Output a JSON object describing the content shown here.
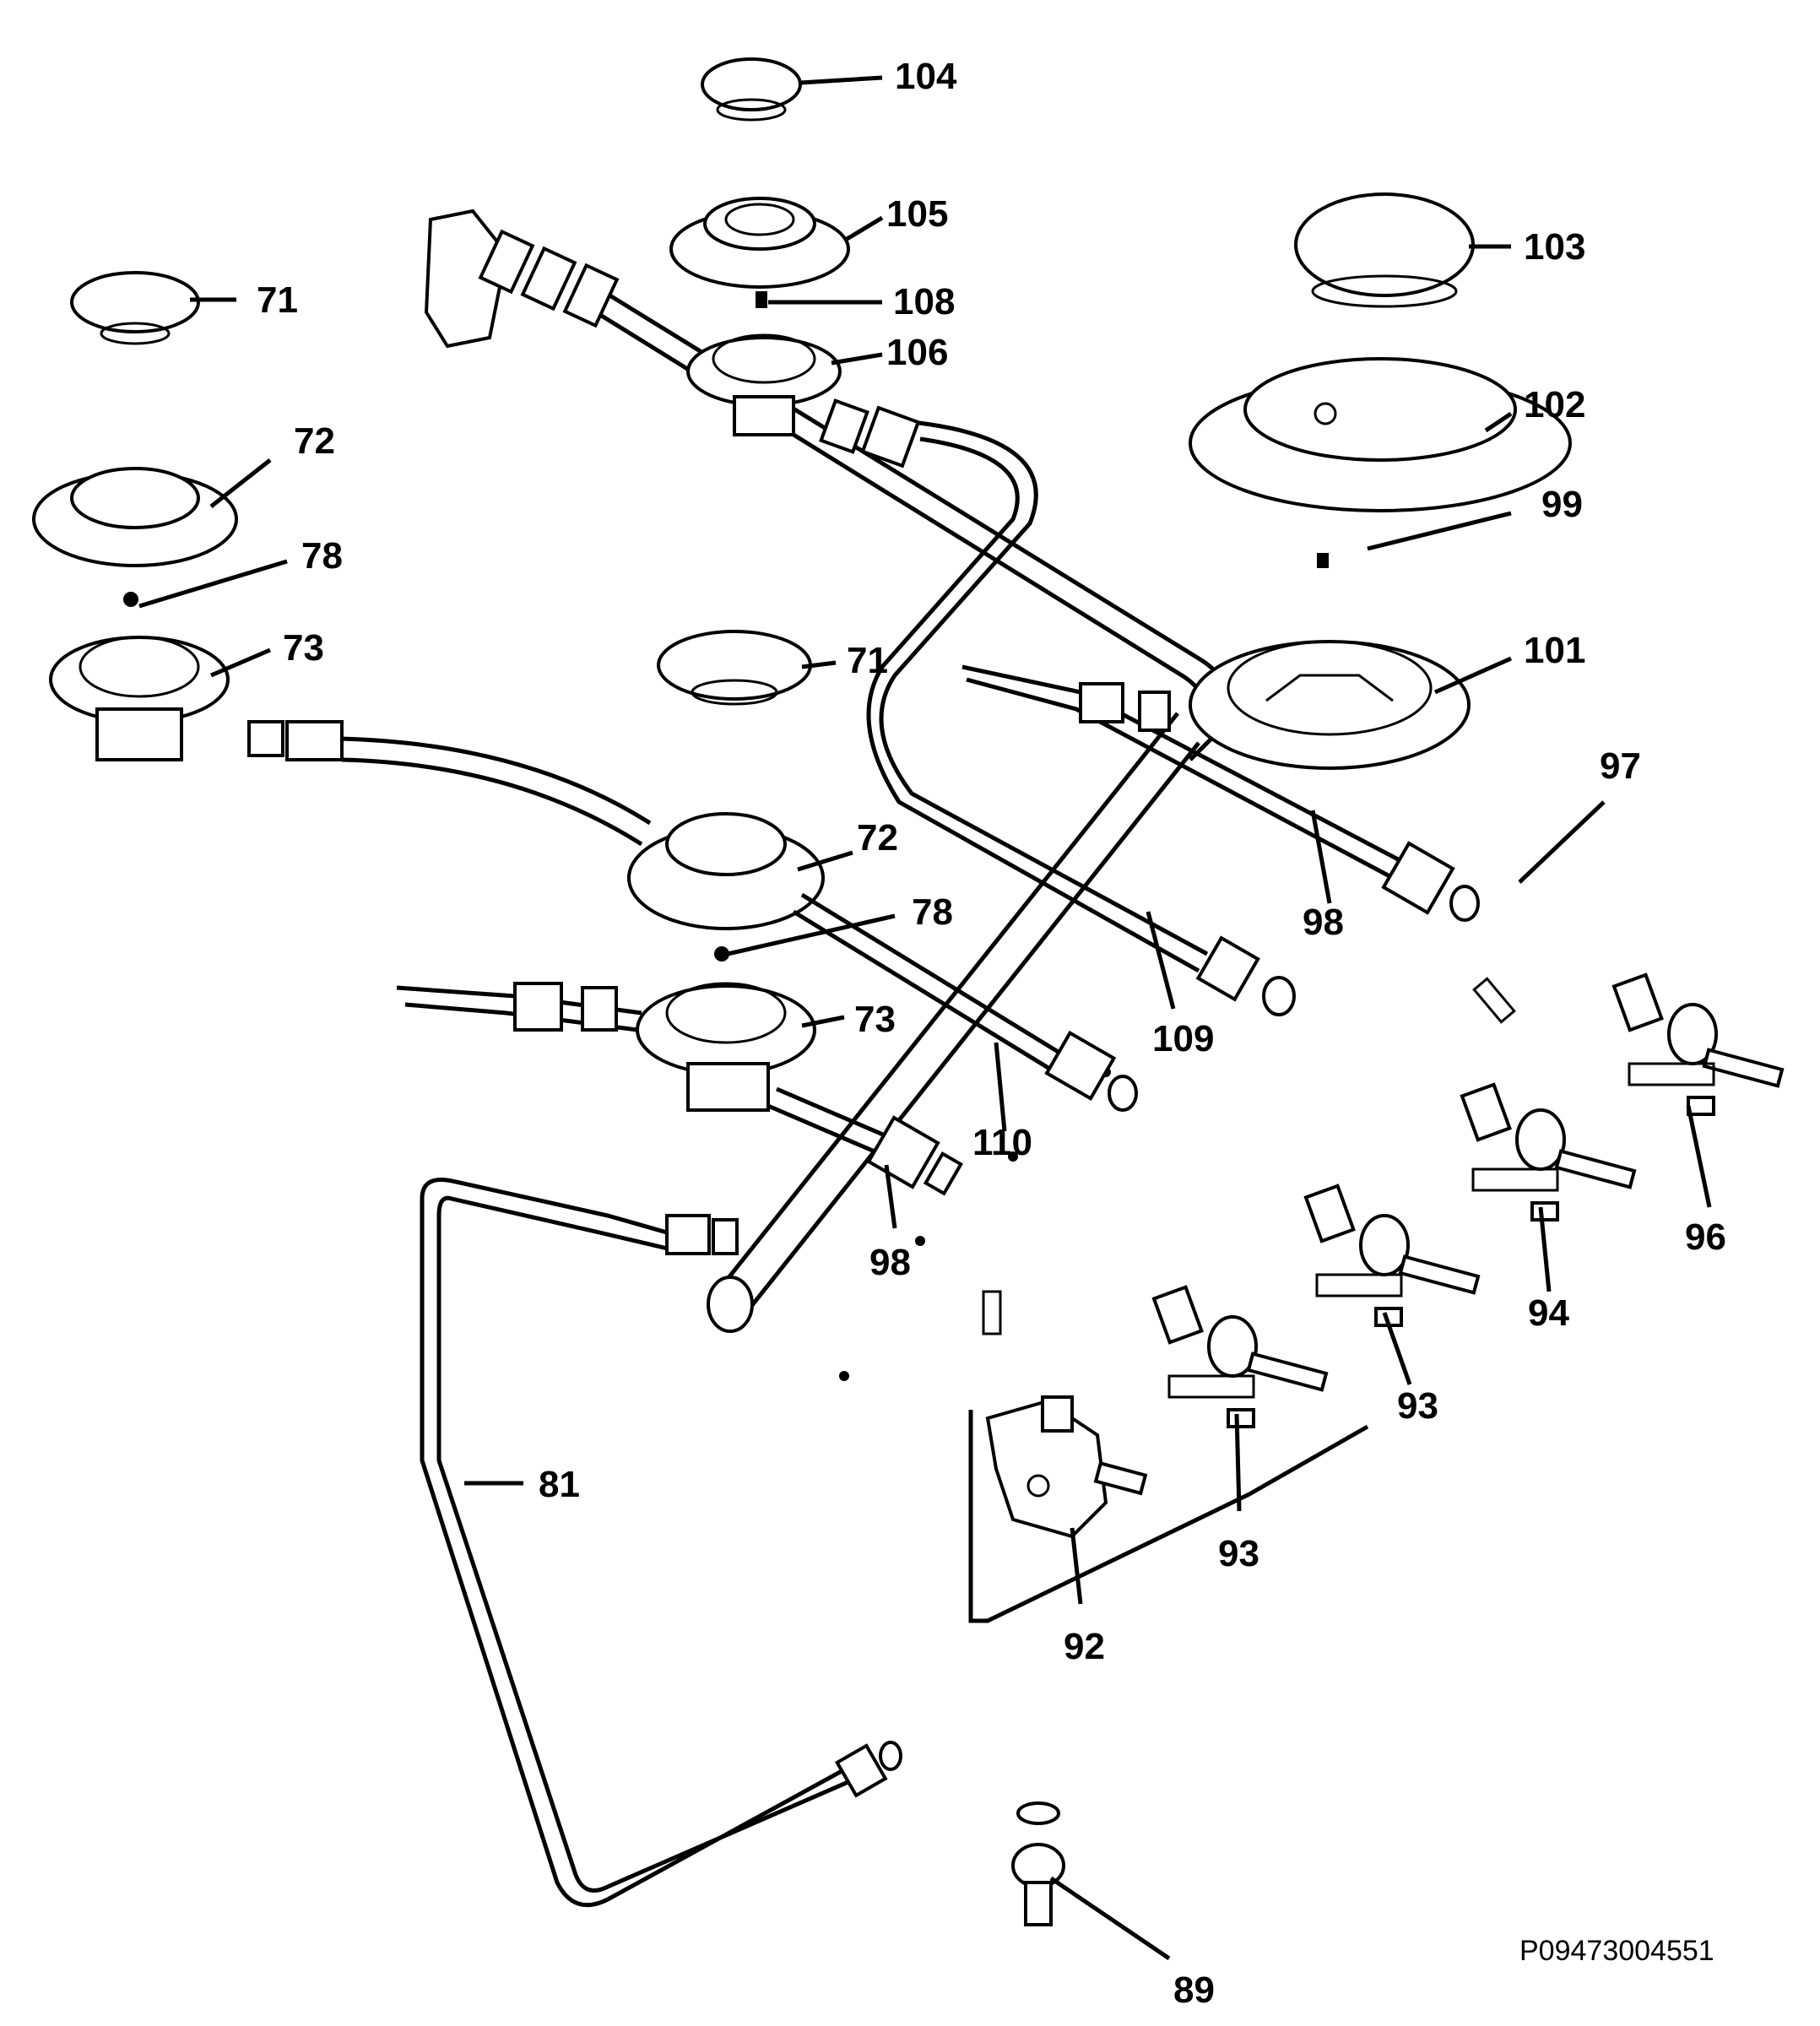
{
  "labels": {
    "l104": "104",
    "l105": "105",
    "l108": "108",
    "l106": "106",
    "l103": "103",
    "l102": "102",
    "l99": "99",
    "l101": "101",
    "l71a": "71",
    "l71b": "71",
    "l72a": "72",
    "l72b": "72",
    "l78a": "78",
    "l78b": "78",
    "l73a": "73",
    "l73b": "73",
    "l97": "97",
    "l98a": "98",
    "l98b": "98",
    "l109": "109",
    "l110": "110",
    "l96": "96",
    "l94": "94",
    "l93a": "93",
    "l93b": "93",
    "l92": "92",
    "l81": "81",
    "l89": "89"
  },
  "reference_code": "P09473004551"
}
